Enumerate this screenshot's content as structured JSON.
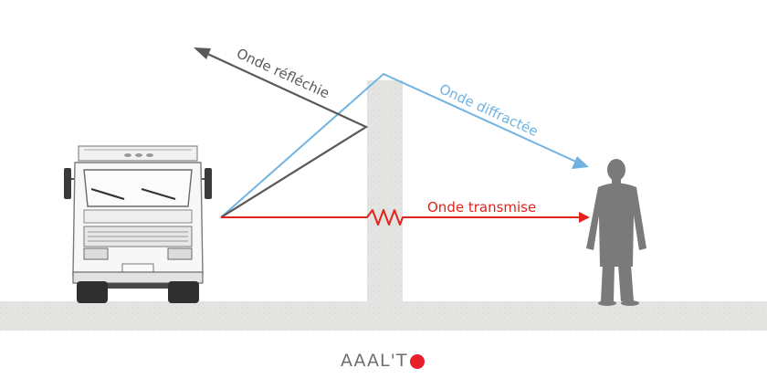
{
  "labels": {
    "reflected": "Onde réfléchie",
    "diffracted": "Onde diffractée",
    "transmitted": "Onde transmise"
  },
  "logo": {
    "text": "AAAL'T",
    "dot_color": "#e8202a"
  },
  "colors": {
    "reflected": "#595959",
    "diffracted": "#6fb3e3",
    "transmitted": "#e2231a",
    "ground": "#e6e6e4",
    "wall": "#e4e4e2",
    "person": "#7a7a7a"
  }
}
